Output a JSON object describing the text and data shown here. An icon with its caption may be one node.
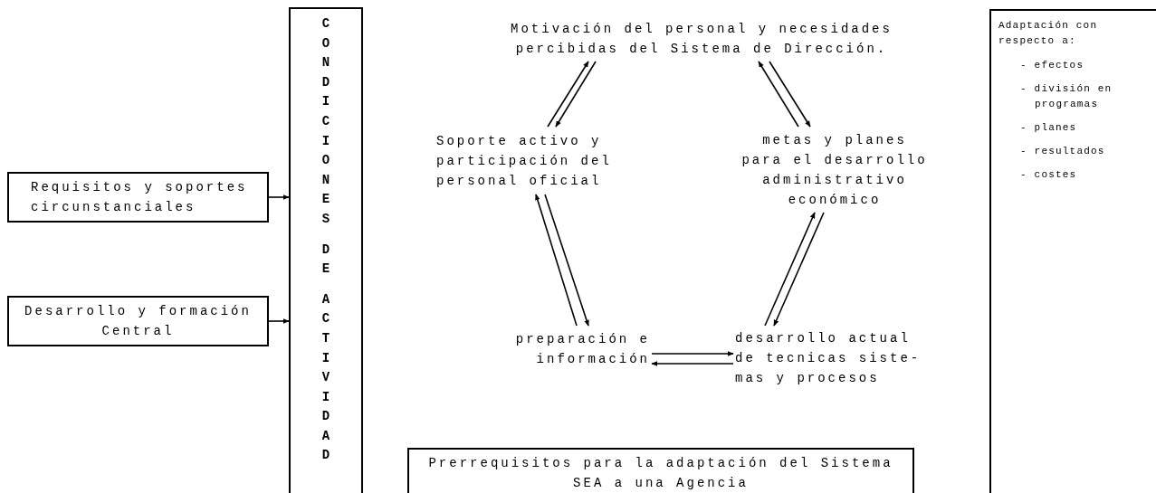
{
  "diagram": {
    "nodes": [
      {
        "text": [
          "Requisitos y soportes circunstanciales"
        ]
      },
      {
        "text": [
          "Desarrollo y formación Central"
        ]
      },
      {
        "text": [
          "CONDICIONES DE ACTIVIDAD"
        ]
      },
      {
        "text": [
          "Motivación del personal y necesidades percibidas del Sistema de Dirección."
        ]
      },
      {
        "text": [
          "Soporte activo y participación del personal oficial"
        ]
      },
      {
        "text": [
          "metas y planes para el desarrollo administrativo económico"
        ]
      },
      {
        "text": [
          "preparación e información"
        ]
      },
      {
        "text": [
          "desarrollo actual de tecnicas siste- mas y procesos"
        ]
      },
      {
        "text": [
          "Prerrequisitos para la adaptación del Sistema SEA a una Agencia"
        ]
      },
      {
        "text": [
          "Adaptación con respecto a:",
          "- efectos",
          "- división en programas",
          "- planes",
          "- resultados",
          "- costes"
        ]
      }
    ],
    "edges": [
      {
        "from": 0,
        "to": 2,
        "arrow": "to"
      },
      {
        "from": 1,
        "to": 2,
        "arrow": "to"
      },
      {
        "from": 4,
        "to": 3,
        "arrow": "to"
      },
      {
        "from": 3,
        "to": 4,
        "arrow": "to"
      },
      {
        "from": 5,
        "to": 3,
        "arrow": "to"
      },
      {
        "from": 3,
        "to": 5,
        "arrow": "to"
      },
      {
        "from": 6,
        "to": 4,
        "arrow": "to"
      },
      {
        "from": 4,
        "to": 6,
        "arrow": "to"
      },
      {
        "from": 7,
        "to": 5,
        "arrow": "to"
      },
      {
        "from": 5,
        "to": 7,
        "arrow": "to"
      },
      {
        "from": 6,
        "to": 7,
        "arrow": "to"
      },
      {
        "from": 7,
        "to": 6,
        "arrow": "to"
      }
    ]
  }
}
